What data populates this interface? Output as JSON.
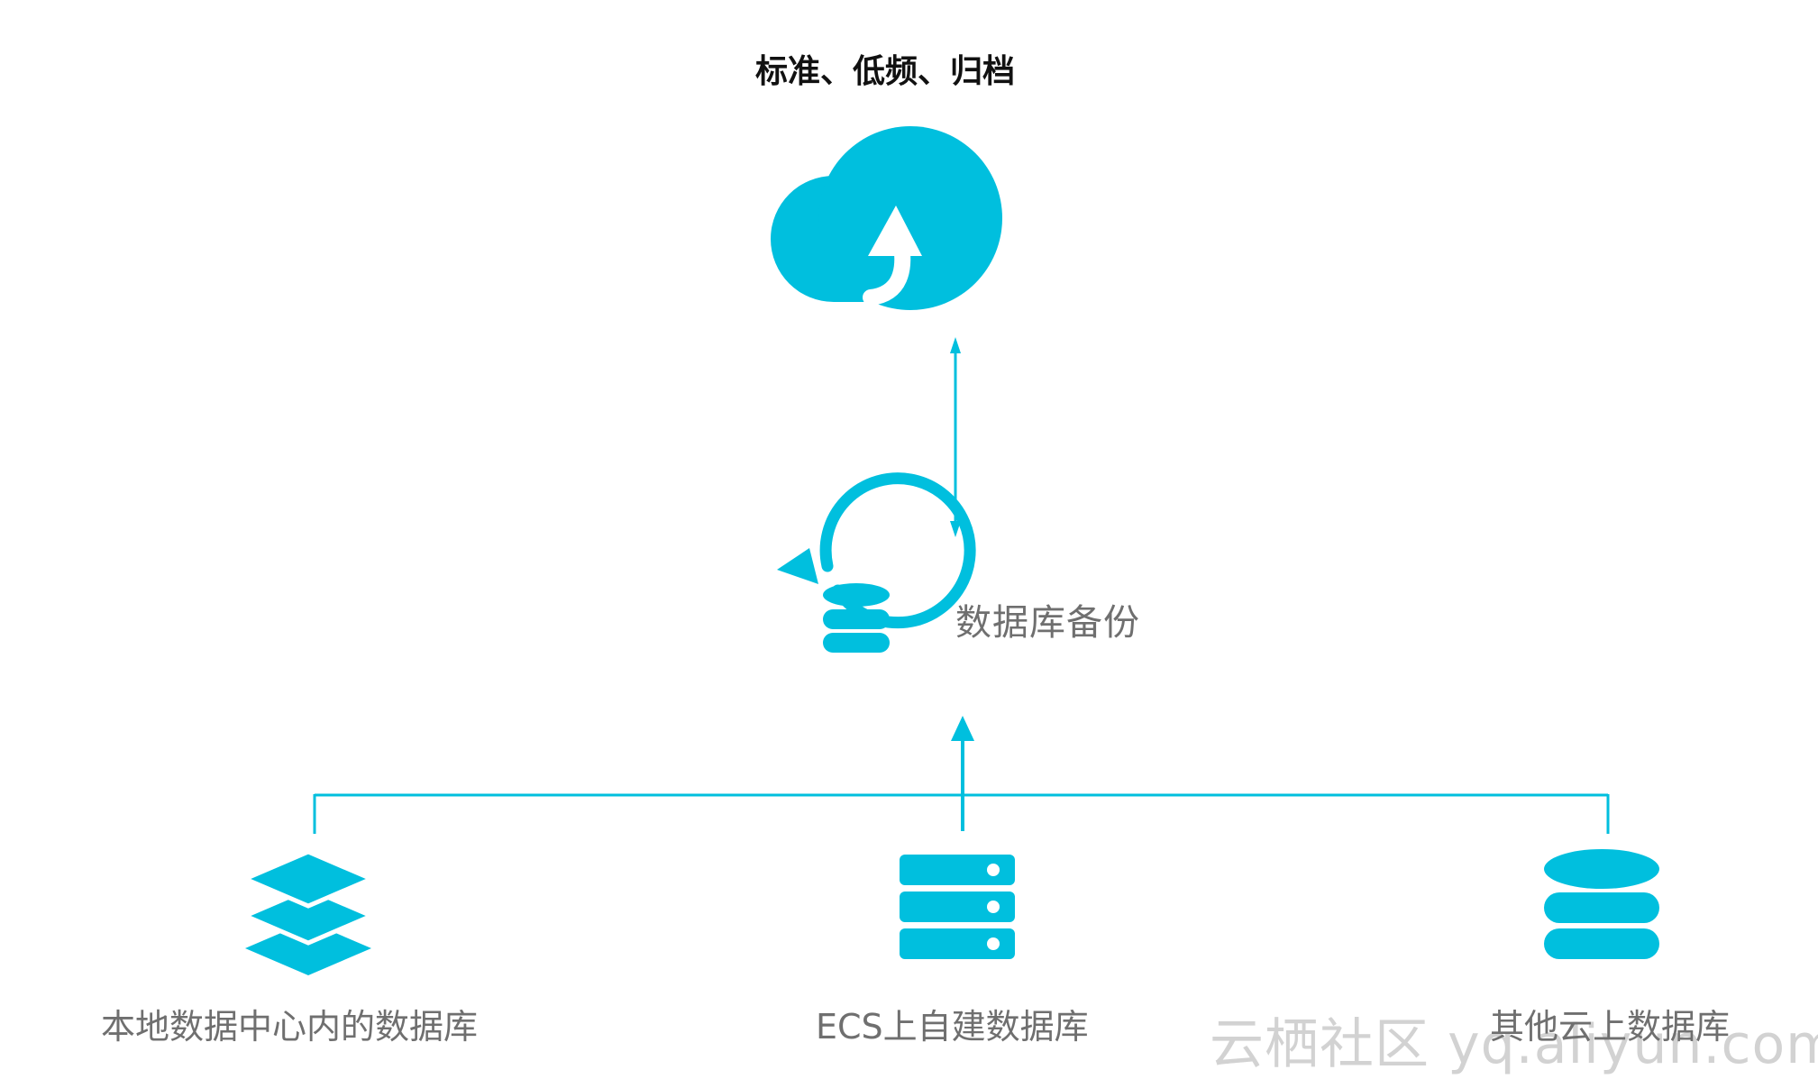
{
  "title": "标准、低频、归档",
  "backup": {
    "label": "数据库备份"
  },
  "sources": [
    {
      "label": "本地数据中心内的数据库"
    },
    {
      "label": "ECS上自建数据库"
    },
    {
      "label": "其他云上数据库"
    }
  ],
  "watermark": "云栖社区 yq.aliyun.com",
  "icons": {
    "cloud": "cloud-upload-icon",
    "backup": "database-backup-icon",
    "local": "layers-icon",
    "ecs": "server-icon",
    "other": "database-icon"
  },
  "colors": {
    "accent": "#00bfde",
    "label": "#6f6f6f",
    "title": "#111111"
  }
}
